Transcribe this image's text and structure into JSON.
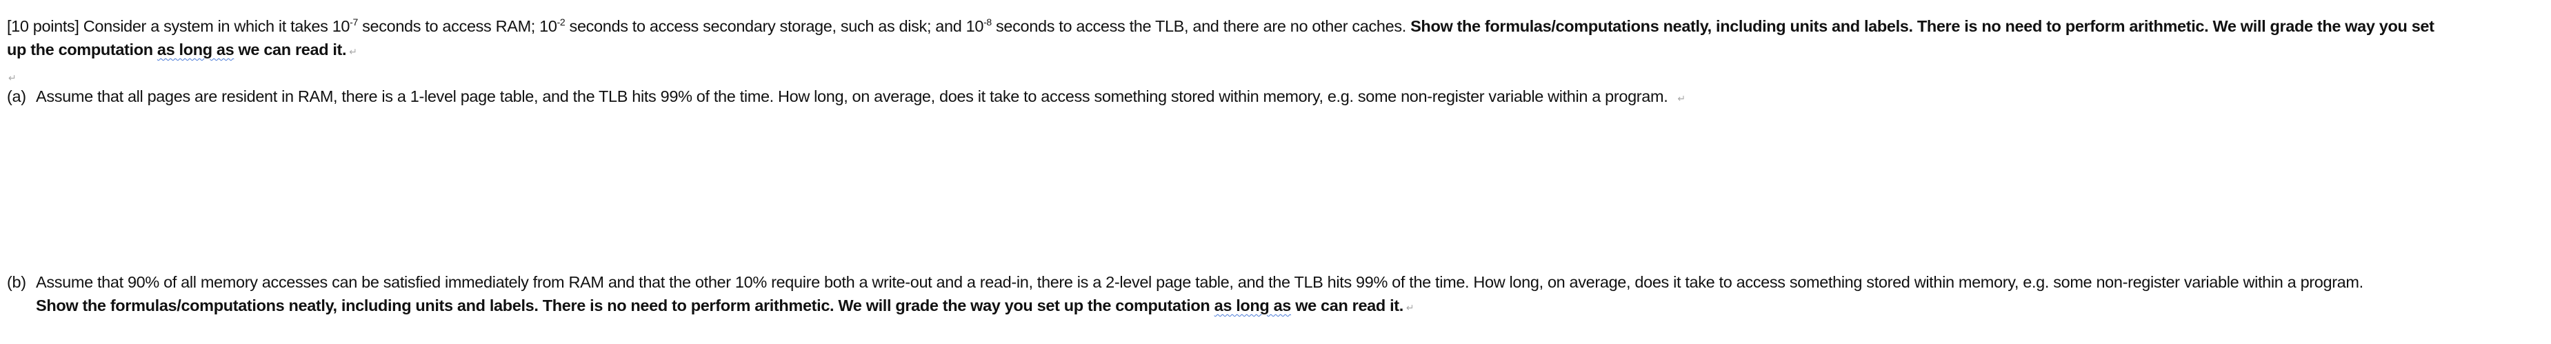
{
  "intro": {
    "points": "[10 points]",
    "text1": " Consider a system in which it takes 10",
    "exp_ram": "-7",
    "text2": " seconds to access RAM; 10",
    "exp_disk": "-2",
    "text3": " seconds to access secondary storage, such as disk; and 10",
    "exp_tlb": "-8",
    "text4": " seconds to access the TLB, and there are no other caches. ",
    "bold1": "Show the formulas/computations neatly, including units and labels. There is no need to perform arithmetic. We will grade the way you set",
    "bold2a": "up the computation ",
    "bold2b": "as long as",
    "bold2c": " we can read it."
  },
  "paragraph_mark": "↵",
  "part_a": {
    "label": "(a)",
    "text": "Assume that all pages are resident in RAM, there is a 1-level page table, and the TLB hits 99% of the time. How long, on average, does it take to access something stored within memory, e.g. some non-register variable within a program."
  },
  "part_b": {
    "label": "(b)",
    "text": "Assume that 90% of all memory accesses can be satisfied immediately from RAM and that the other 10% require both a write-out and a read-in, there is a 2-level page table, and the TLB hits 99% of the time. How long, on average, does it take to access something stored within memory, e.g. some non-register variable within a program.",
    "bold_a": "Show the formulas/computations neatly, including units and labels. There is no need to perform arithmetic. We will grade the way you set up the computation ",
    "bold_b": "as long as",
    "bold_c": " we can read it."
  }
}
